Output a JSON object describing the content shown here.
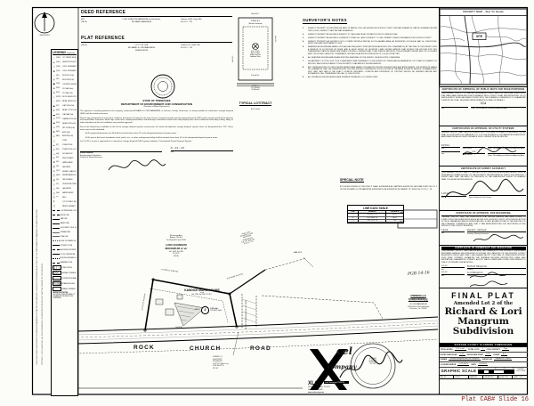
{
  "page": {
    "footer_stamp": "Plat CAB# Slide 16"
  },
  "compass": {
    "label": "GRID NORTH"
  },
  "left_margin": {
    "line1": "THIS SURVEY MEETS OR EXCEEDS THE MINIMUM STANDARDS OF PRACTICE FOR CATEGORY I SURVEYS IN TENNESSEE AS SET FORTH BY THE STATE BOARD OF EXAMINERS FOR LAND SURVEYORS.",
    "line2": "COPYRIGHT - XCEL SURVEYING - ALL RIGHTS RESERVED - NO REPRODUCTION WITHOUT WRITTEN CONSENT OF THE SURVEYOR."
  },
  "legend": {
    "title": "LEGEND",
    "title_suffix": "(Symbols)",
    "items": [
      {
        "sym": "○",
        "abbr": "(CIRN)",
        "label": "1/2\" CAPPED IRON ROD (New)"
      },
      {
        "sym": "●",
        "abbr": "(CIRO)",
        "label": "CAPPED IRON ROD (Old)"
      },
      {
        "sym": "□",
        "abbr": "(CMN)",
        "label": "CONC. MONUMENT (New)"
      },
      {
        "sym": "■",
        "abbr": "(CMO)",
        "label": "CONC. MONUMENT (Old)"
      },
      {
        "sym": "○",
        "abbr": "(IRO)",
        "label": "IRON ROD (Old)"
      },
      {
        "sym": "◎",
        "abbr": "(IPO)",
        "label": "IRON PIPE (Old)"
      },
      {
        "sym": "▣",
        "abbr": "(CMF)",
        "label": "CONCRETE MONUMENT (Found)"
      },
      {
        "sym": "⊕",
        "abbr": "(PKN)",
        "label": "P.K. NAIL (New)"
      },
      {
        "sym": "⊗",
        "abbr": "(PKO)",
        "label": "P.K. NAIL (Old)"
      },
      {
        "sym": "▪",
        "abbr": "(WFPO)",
        "label": "WOOD FENCE POST (Old)"
      },
      {
        "sym": "▫",
        "abbr": "(MFPO)",
        "label": "METAL FENCE POST (Old)"
      },
      {
        "sym": "◆",
        "abbr": "(FIO)",
        "label": "FLAT IRON (Old)"
      },
      {
        "sym": "Ŧ",
        "abbr": "(MTP)",
        "label": "METAL T-POST (Old)"
      },
      {
        "sym": "▬",
        "abbr": "(FBO)",
        "label": "FLAT BAR (Old)"
      },
      {
        "sym": "∪",
        "abbr": "(CHIO)",
        "label": "CHAINED IRON (Old)"
      },
      {
        "sym": "◉",
        "abbr": "(WIO)",
        "label": "WHEEL IRON (Old)"
      },
      {
        "sym": "▭",
        "abbr": "(SSO)",
        "label": "SET STONE (Old)"
      },
      {
        "sym": "✚",
        "abbr": "(AXO)",
        "label": "AXLE (Old)"
      },
      {
        "sym": "⊙",
        "abbr": "(APO)",
        "label": "AXLE/PIN (Old)"
      },
      {
        "sym": "△",
        "abbr": "",
        "label": "POINT"
      },
      {
        "sym": "●",
        "abbr": "(PP)",
        "label": "POWER POLE"
      },
      {
        "sym": "☀",
        "abbr": "(PPL)",
        "label": "POWER POLE w/ LIGHT"
      },
      {
        "sym": "↘",
        "abbr": "(GA)",
        "label": "GUY ANCHOR"
      },
      {
        "sym": "♦",
        "abbr": "(FH)",
        "label": "FIRE HYDRANT"
      },
      {
        "sym": "⊠",
        "abbr": "(WV)",
        "label": "WATER VALVE"
      },
      {
        "sym": "◍",
        "abbr": "(GV)",
        "label": "GAS VALVE"
      },
      {
        "sym": "⊘",
        "abbr": "(SCO)",
        "label": "SEWER CLEAN-OUT"
      },
      {
        "sym": "Ⓢ",
        "abbr": "(SMH)",
        "label": "SEWER MANHOLE"
      },
      {
        "sym": "▤",
        "abbr": "(CB)",
        "label": "CATCH BASIN"
      },
      {
        "sym": "▯",
        "abbr": "(TP)",
        "label": "TELEPHONE PEDESTAL"
      },
      {
        "sym": "▢",
        "abbr": "(GM)",
        "label": "GAS METER"
      },
      {
        "sym": "◫",
        "abbr": "(WM)",
        "label": "WATER METER"
      },
      {
        "sym": "◎",
        "abbr": "(W)",
        "label": "WELL"
      },
      {
        "sym": "①",
        "abbr": "",
        "label": "LOT OR TRACT NUMBER"
      },
      {
        "sym": "( )",
        "abbr": "",
        "label": "PARCEL NUMBER"
      }
    ],
    "line_items": [
      {
        "style": "lpfm",
        "label": "LOW PRESSURE / FORCE MAIN"
      },
      {
        "style": "fence",
        "label": "FENCE LINE"
      },
      {
        "style": "gas",
        "label": "GAS LINE"
      },
      {
        "style": "water",
        "label": "WATER LINE"
      },
      {
        "style": "ohe",
        "label": "O/H POWER / TELE. LINE"
      },
      {
        "style": "stream",
        "label": "STREAM LINE"
      },
      {
        "style": "tree",
        "label": "TREE LINE"
      },
      {
        "style": "gravel",
        "label": "EDGE OF GRAVEL (No Curb)"
      },
      {
        "style": "prop",
        "label": "PROPERTY LINE"
      },
      {
        "style": "adj",
        "label": "ADJOINING PROPERTY LINE"
      },
      {
        "style": "row",
        "label": "R.O.W. CENTERLINE"
      },
      {
        "style": "bsl",
        "label": "BUILDING SETBACK LINE"
      },
      {
        "style": "esmt",
        "label": "EASEMENT LINE"
      }
    ],
    "hatch_items": [
      {
        "style": "porch",
        "label": "OPEN PORCH"
      },
      {
        "style": "asphalt",
        "label": "ASPHALT SURFACE"
      },
      {
        "style": "concrete",
        "label": "CONCRETE SURFACE"
      },
      {
        "style": "frame",
        "label": "FRAME BUILDING"
      },
      {
        "style": "gravelh",
        "label": "GRAVEL SURFACE"
      }
    ],
    "footnote_title": "LEGEND FOOTNOTES:",
    "footnote": "* ALL IRON RODS/PIPES ARE 1/2\" IN DIAMETER UNLESS NOTED OTHERWISE."
  },
  "deed_reference": {
    "title": "DEED REFERENCE",
    "ref": "064\n(28.01)",
    "name": "LORI JOHNSON MANGRUM and Husband,\nRICHARD MANGRUM",
    "record": "Volume 1043, Page 856,\nR.O.D.C., TN"
  },
  "plat_reference": {
    "title": "PLAT REFERENCE",
    "ref": "(28.01)",
    "name": "LOT 2 OF THE\nRICHARD & LORI MANGRUM\nSUBDIVISION",
    "record": "Cabinet 'W', Slide 156,\nR.O.D.C., TN"
  },
  "state_block": {
    "heading1": "STATE OF TENNESSEE",
    "heading2": "DEPARTMENT OF ENVIRONMENT AND CONSERVATION",
    "heading3": "(Division of Water Resources)",
    "p1": "The approval is hereby granted for this property, owned by RICHARD & LORI MANGRUM, in Dickson County, Tennessee, as being suitable for subsurface sewage disposal (SSD) with the listed restrictions.",
    "p2": "Prior to any construction of a structure, mobile or permanent, the plan for the exact house / structure location must be approved and an SSD system permit issued by the Division of Ground Water Protection. Water taps, water lines, underground utilities and driveways should be located at the side property lines unless otherwise noted. Any cutting, filling, or other alterations of the soil conditions may void this approval.",
    "p3": "Due to the limited area available on this lot for sewage disposal system construction, the initial and duplicate sewage disposal system areas are designated thus: //////. These areas must not be disturbed.",
    "item_a": "A.   No proposed basement nor fill shall be located closer than 25' to the designated disposal system areas.",
    "item_b": "B.   No part of the house foundation, deck, porch, etc., or other underground utility shall be located closer than 10' to the designated disposal system areas.",
    "closing": "Lot 2 (2.35 ± acres) is approved for a subsurface sewage disposal (SSD) system utilizing a Conventional Gravel Disposal System.",
    "date_value": "6 - 23 - 25",
    "date_label": "Date",
    "sig_name": "Richard Robinson",
    "sig_title1": "Environmental Consultant -",
    "sig_title2": "Division of Water Resources"
  },
  "typical_lot": {
    "title": "TYPICAL",
    "title2": "LOT/TRACT",
    "subtitle": "Not To Scale",
    "rear": "Rear B.S.L.",
    "side_left": "Side B.S.L.",
    "side_right": "Side B.S.L.",
    "zoned": "ZONED 'A-1'",
    "zoned2": "(Minimum Standards)",
    "note": "B.S.L. NOTE:\nAdd 5' of Side\nSetback for Each\nAdditional Story",
    "front": "Front B.S.L.",
    "front_dims": "50' (Minor)\n50' (Collector)\n60' (Arterial)"
  },
  "surveyors_notes": {
    "title": "SURVEYOR'S NOTES",
    "notes": [
      {
        "n": "1.",
        "text": "SUBJECT PROPERTY IS IDENTIFIED AS PART OF PARCEL 28.01, AS SHOWN ON DICKSON COUNTY TAX MAP NUMBER 64. PARCEL NUMBERS SHOWN THUS: (28.01), REFER TO SAID TAX MAP NUMBER 64."
      },
      {
        "n": "2.",
        "text": "SUBJECT PROPERTY AS SHOWN IS SUBJECT TO THE LEGAL RIGHT-OF-WAY FOR ROCK CHURCH ROAD."
      },
      {
        "n": "3.",
        "text": "SUBJECT PROPERTY AS SHOWN IS CURRENTLY ZONED 'A-1', AND IS SUBJECT TO THE CURRENT ZONING ORDINANCE FOR DICKSON COUNTY."
      },
      {
        "n": "4.",
        "text": "SUBJECT PROPERTY AS SHOWN IS NOT LOCATED WITHIN A SPECIAL FLOOD HAZARD AREA, AS EVIDENCED ON F.E.M.A. MAP No. 47043C0110E, EFFECTIVE DATE SEPTEMBER 29, 2006."
      },
      {
        "n": "5.",
        "text": "BEARINGS AS SHOWN ARE BASED UPON A DUAL FREQUENCY GNSS NETWORK ADJUSTED RTK OBSERVATION, AT THE TIME OF THE SURVEY, WITH A SESSION OF 60 EPOCHS OR MORE, AND A GEOID MODEL OF GEOID12B. LINES SHOWN HEREON THAT EXCEED THE EPOCHS FOR TWO TRANSVERSE STATIONS WERE PERFORMED UTILIZING CONVENTIONAL TOTAL STATION METHODS. THIS BOUNDARY SURVEY AND ITS CLOSURES MEET OR EXCEED CATEGORY I STANDARDS, WITH AN UN-ADJUSTED PRECISION OF 1:10,000 OR BETTER."
      },
      {
        "n": "6.",
        "text": "ALL FEATURES SHOWN HEREON ARE EXISTING FEATURES OF THE SURVEY, UNLESS NOTED OTHERWISE."
      },
      {
        "n": "7.",
        "text": "NO ABSTRACT OF TITLE, NOR TITLE COMMITMENT, WAS FURNISHED TO THE SURVEYOR. THERE MAY BE EASEMENTS, OR OTHER DOCUMENTS OF RECORD, WHICH WOULD AFFECT THIS PROPERTY, THAT ARE NOT SHOWN HEREON."
      },
      {
        "n": "8.",
        "text": "ANY UNDERGROUND UTILITIES SHOWN HEREON ARE BASED UPON ABOVE GROUND EVIDENCE AND ARE APPROXIMATE. THE SURVEYOR MAKES NO GUARANTEE THAT THE UNDERGROUND UTILITIES SHOWN COMPRISE ALL SUCH UTILITIES IN THE AREA, EITHER IN SERVICE OR ABANDONED, NOR THAT THEY ARE IN THE EXACT LOCATION INDICATED. LOCATION AND EXISTENCE OF UTILITIES SHOULD BE VERIFIED BEFORE ANY EXCAVATION. CALL TENNESSEE ONE CALL @ 1-800-351-1111."
      },
      {
        "n": "9.",
        "text": "ALL DISTANCES SHOWN HEREON ARE SURFACE DISTANCES, U.S. SURVEY FEET."
      }
    ]
  },
  "special_note": {
    "title": "SPECIAL NOTE",
    "body": "BY THE RECORDING OF THIS PLAT, IT SHALL SUPERSEDE ALL MATTERS SHOWN ON THE FINAL PLAT FOR LOT 2 OF THE RICHARD & LORI MANGRUM SUBDIVISION, AS EVIDENCED IN CABINET 'W', SLIDE 156, R.O.D.C., TN."
  },
  "line_table": {
    "title": "LINE DATA TABLE",
    "headers": [
      "LINE",
      "BEARING",
      "DISTANCE"
    ],
    "rows": [
      [
        "L1",
        "S 09°38'23\" E",
        "86.15'"
      ],
      [
        "L2",
        "N 23°48'48\" W",
        "86.02'"
      ],
      [
        "L3",
        "S 81°11'12\" W",
        "5.39'"
      ]
    ]
  },
  "vicinity": {
    "title": "VICINITY MAP - Not To Scale",
    "site_label": "SITE"
  },
  "certificates": {
    "public_ways": {
      "title": "CERTIFICATE OF APPROVAL OF PUBLIC WAYS FOR ROAD PURPOSES",
      "body": "I (WE) HEREBY CERTIFY: (1) THAT ALL DESIGNATED PUBLIC WAYS ON THIS FINAL SUBDIVISION PLAT HAVE BEEN INSTALLED IN ACCORDANCE WITH COUNTY ROAD SPECIFICATIONS, OR (2) THAT A SURETY BOND HAS BEEN POSTED WITH THE PLANNING COMMISSION TO GUARANTEE COMPLETION OF ALL REQUIRED IMPROVEMENTS IN CASE OF DEFAULT.",
      "sig": "N/A",
      "date_label": "Date",
      "agent_label": "Name, Title and Agency or Authorized Approving Agent"
    },
    "utility": {
      "title": "CERTIFICATES OF APPROVAL OF UTILITY SYSTEMS",
      "body": "I HEREBY CERTIFY THAT THE FOLLOWING UTILITY SYSTEMS OUTLINED OR INDICATED ON THE FINAL S/D PLAT ENTITLED 'AMENDED LOT 2 OF THE RICHARD & LORI MANGRUM SUBDIVISION' HAVE BEEN INSTALLED IN ACCORDANCE WITH CURRENT SPECIFICATIONS.",
      "water_date": "4/25/24",
      "water_label": "Water System",
      "sewer_sig": "N/A",
      "sewer_label": "Sewer System",
      "date_label": "Date",
      "agent_label": "Name, Title and Agency or Authorized Approving Agent"
    },
    "accuracy": {
      "title": "CERTIFICATE OF SURVEY ACCURACY",
      "body": "I (WE) HEREBY CERTIFY THAT TO THE BEST OF MY (OUR) KNOWLEDGE AND BELIEF, THIS IS A TRUE AND ACCURATE SURVEY OF THE PROPERTY SHOWN HEREON; THAT IT IS A CATEGORY I SURVEY; AND THAT THE RATIO OF PRECISION OF THE UNADJUSTED SURVEY IS GREATER THAN 1:10,000 AS SHOWN HEREON.",
      "date_value": "2-28-24",
      "date_label": "Date",
      "agent_label": "Name, Registered Land Surveyor"
    },
    "recording": {
      "title": "CERTIFICATE OF APPROVAL FOR RECORDING",
      "body": "I HEREBY CERTIFY THAT THE SUBDIVISION PLAT SHOWN HEREON HAS BEEN FOUND TO COMPLY WITH THE SUBDIVISION REGULATIONS FOR DICKSON COUNTY, WITH THE EXCEPTION OF SUCH VARIANCES AND/OR MODIFICATIONS, IF ANY, AS ARE NOTED IN THE MINUTES OF THE PLANNING COMMISSION, AND THAT IT HAS BEEN APPROVED FOR RECORDING IN THE OFFICE OF THE COUNTY REGISTER.",
      "date_value": "7-8-24",
      "sig_value": "David L. Darnell",
      "date_label": "Date",
      "agent_label": "Secretary, Planning Commission"
    },
    "ownership": {
      "title": "CERTIFICATE OF OWNERSHIP AND DEDICATION",
      "body": "I (WE) HEREBY CERTIFY THAT I AM (WE ARE) THE OWNER(S) OF THE PROPERTY SHOWN AND DESCRIBED HEREON, AS EVIDENCED IN VOLUME 1043, PAGE 856 OF THE DICKSON COUNTY REGISTER'S OFFICE, AND THAT I (WE) HEREBY ADOPT THIS PLAN OF SUBDIVISION WITH MY (OUR) FREE CONSENT, ESTABLISH THE MINIMUM BUILDING RESTRICTION LINES, AND DEDICATE ALL EASEMENTS, STREETS, ALLEYS, WALKS, PARKS AND OTHER OPEN SPACES TO PUBLIC OR PRIVATE USE AS NOTED.",
      "date1": "4-8-24",
      "sig1": "Richard Mangrum",
      "date2": "4-8-24",
      "sig2": "Lori Mangrum",
      "date_label": "Date",
      "agent_label": "Owner(s)"
    }
  },
  "title_block": {
    "final_plat": "FINAL  PLAT",
    "amended": "Amended Lot 2 of the",
    "name1": "Richard & Lori",
    "name2": "Mangrum",
    "name3": "Subdivision",
    "commission": "DICKSON COUNTY PLANNING COMMISSION",
    "stats": [
      [
        {
          "label": "TOTAL ACRES",
          "value": "2.35 ± Ac."
        },
        {
          "label": "TOTAL LOTS",
          "value": "1"
        },
        {
          "label": "CIVIL DISTRICT",
          "value": "13th"
        }
      ],
      [
        {
          "label": "ACRES NEW ROAD",
          "value": "0.00"
        },
        {
          "label": "MILES NEW ROAD",
          "value": "0.00"
        },
        {
          "label": "ZONED",
          "value": "A-1"
        }
      ],
      [
        {
          "label": "OWNER",
          "value": "Richard Mangrum and Lori Mangrum"
        },
        {
          "label": "SURVEYOR",
          "value": "Stephen B. Moore"
        }
      ],
      [
        {
          "label": "CLOSURE ERROR",
          "value": "1:10,000+"
        },
        {
          "label": "DATE",
          "value": "02/28/24"
        }
      ]
    ],
    "graphic_scale": {
      "label": "GRAPHIC SCALE",
      "in_feet": "( IN FEET )",
      "ratio": "1 inch = 100 ft.",
      "ticks": [
        "100",
        "0",
        "50",
        "100",
        "200"
      ]
    },
    "footer_cells": [
      "DWG. NO.",
      "FILE NO.",
      "DRAWN BY",
      "CHECKED BY",
      "PROJECT NO.",
      "SHEET 1 OF 1"
    ]
  },
  "owner_block": {
    "title": "OWNER(s) &\nSUBDIVIDER(s):",
    "lines": [
      "RICHARD MANGRUM",
      "& LORI MANGRUM",
      "1165 Rock Church Road",
      "Dickson, Tn. 37055"
    ]
  },
  "drawing": {
    "remaining": "(Remaining Area,\nApprox. 22± Ac.)\nTax Map 064, Parcel 28.01",
    "remaining_name": "LORI JOHNSON\nMANGRUM et vir",
    "remaining_rec": "Vol. 1043, Pg. 856,\nR.O.D.C.\n(28.01)",
    "ne_adjoiner": "FINAL PLAT\nRICHARD & LORI\nMANGRUM\nSUBDIVISION\nCab. 'W', Slide 156,\nR.O.D.C., TN",
    "mailbox": "MAIL BOX",
    "bearing_top": "N 73°39'21\" W  330.93'",
    "bearing_left": "S 15°41'32\" W  150.62'",
    "bearing_right": "N 23°48'48\" W  136.50'",
    "adams_name": "KANDICE MARIE ADAMS",
    "adams_sub": "et vir",
    "adams_rec": "Vol. 1266, Pg. 893, R.O.D.C.",
    "lot_parcel": "(28.01)",
    "lot_number": "2",
    "lot_area_ac": "2.35 ± Ac.",
    "lot_area_sf": "102,366.4 Sq.Ft.",
    "road_arc": "L=470.38'",
    "curve": "CURVE  C-1\nD=05°53'11\"\nR=4,818.58'\nL=471.19' (Arc Len.)\nS 54°00'43\" E\n471.01'",
    "easement": "30' JOINT INGRESS/EGRESS & UTIL. ESM'T.",
    "road_word1": "ROCK",
    "road_word2": "CHURCH",
    "road_word3": "ROAD",
    "pgb_note": "PGB 14-16",
    "cab_label": "CAB#",
    "slide_label": "SLIDE"
  },
  "seal_stamp": {
    "name": "STEPHEN\nB. MOORE\nTENNESSEE\nNo. 1674"
  },
  "logo": {
    "cel": "cel",
    "company": "company",
    "xlci": "XLCi",
    "division1": "Land Surveying",
    "division2": "DIVISION",
    "addr1": "446 Hwy 46 S., Dickson, TN 37055",
    "addr2": "Phone: (615) 446-2628",
    "web": "www.xcelsurvey.com"
  }
}
